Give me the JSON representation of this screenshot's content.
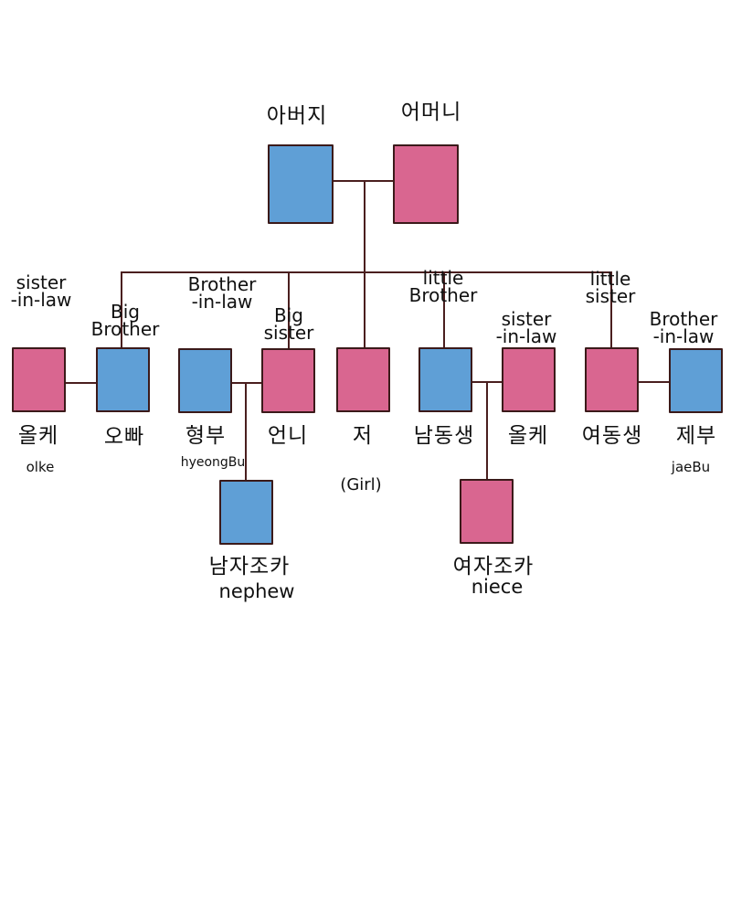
{
  "colors": {
    "male": "#5f9fd6",
    "female": "#d96690",
    "line": "#4a1f1f",
    "outline": "#3b1a1a"
  },
  "people": {
    "father": {
      "korean": "아버지",
      "gender": "male"
    },
    "mother": {
      "korean": "어머니",
      "gender": "female"
    },
    "olke1": {
      "korean": "올케",
      "english": "sister\n-in-law",
      "romanized": "olke",
      "gender": "female"
    },
    "oppa": {
      "korean": "오빠",
      "english": "Big\nBrother",
      "gender": "male"
    },
    "hyeongbu": {
      "korean": "형부",
      "english": "Brother\n-in-law",
      "romanized": "hyeongBu",
      "gender": "male"
    },
    "eonni": {
      "korean": "언니",
      "english": "Big\nsister",
      "gender": "female"
    },
    "me": {
      "korean": "저",
      "note": "(Girl)",
      "gender": "female"
    },
    "namdongsaeng": {
      "korean": "남동생",
      "english": "little\nBrother",
      "gender": "male"
    },
    "olke2": {
      "korean": "올케",
      "english": "sister\n-in-law",
      "gender": "female"
    },
    "yeodongsaeng": {
      "korean": "여동생",
      "english": "little\nsister",
      "gender": "female"
    },
    "jaebu": {
      "korean": "제부",
      "english": "Brother\n-in-law",
      "romanized": "jaeBu",
      "gender": "male"
    },
    "nephew": {
      "korean": "남자조카",
      "english": "nephew",
      "gender": "male"
    },
    "niece": {
      "korean": "여자조카",
      "english": "niece",
      "gender": "female"
    }
  }
}
